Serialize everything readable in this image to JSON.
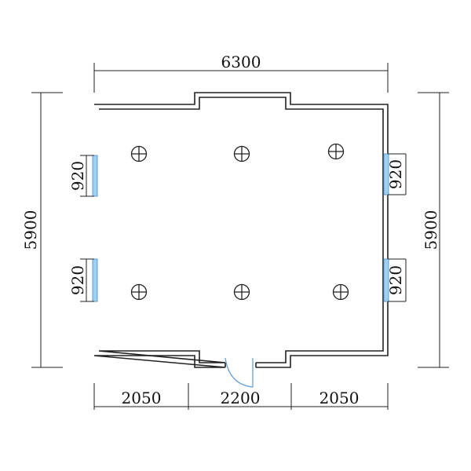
{
  "dimensions": {
    "top_width": "6300",
    "left_height": "5900",
    "right_height": "5900",
    "left_window_upper": "920",
    "left_window_lower": "920",
    "right_window_upper": "920",
    "right_window_lower": "920",
    "bottom_left": "2050",
    "bottom_center": "2200",
    "bottom_right": "2050"
  },
  "elements": {
    "ceiling_light_count": 6,
    "window_count": 4,
    "door_count": 1
  },
  "colors": {
    "wall": "#222222",
    "window": "#9fd0f0",
    "door": "#5b9bd5"
  }
}
